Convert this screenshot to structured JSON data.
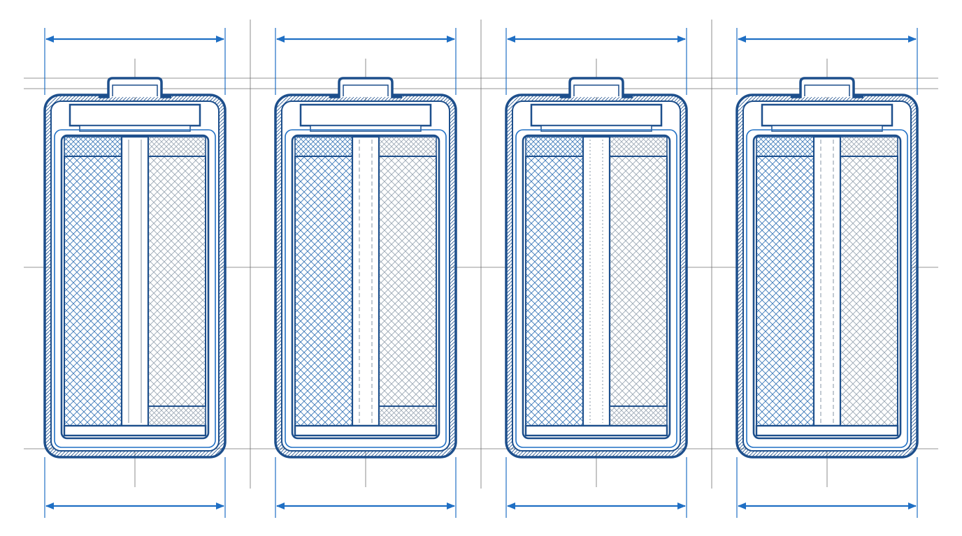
{
  "drawing": {
    "view": "cross-section",
    "cell_count": 4,
    "colors": {
      "background": "#ffffff",
      "outline": "#1d4f8c",
      "dimension": "#1f6fc4",
      "hatch_blue": "#3a78b8",
      "hatch_grey": "#9aa7b4",
      "centerline": "#707070"
    },
    "cells": [
      {
        "id": "cell-1",
        "separator_style": "plain",
        "cathode_bottom_band": true
      },
      {
        "id": "cell-2",
        "separator_style": "dashed",
        "cathode_bottom_band": true
      },
      {
        "id": "cell-3",
        "separator_style": "dotted",
        "cathode_bottom_band": true
      },
      {
        "id": "cell-4",
        "separator_style": "dashed",
        "cathode_bottom_band": false
      }
    ],
    "annotations": []
  }
}
